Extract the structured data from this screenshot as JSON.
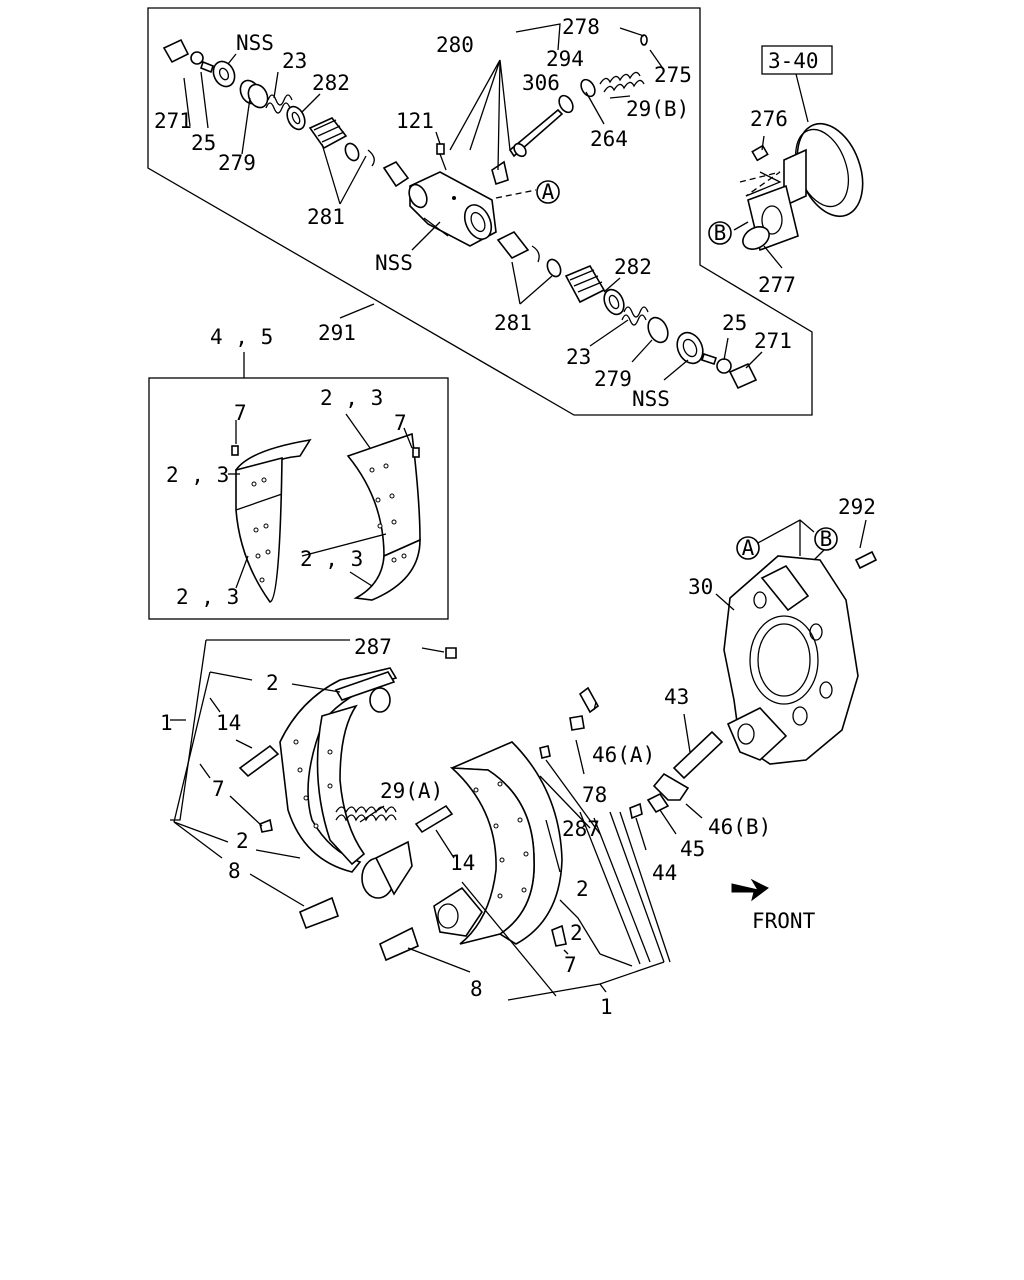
{
  "callouts": {
    "c271a": "271",
    "c25a": "25",
    "cnss_top": "NSS",
    "c23a": "23",
    "c282a": "282",
    "c279a": "279",
    "c281a": "281",
    "cnss_mid": "NSS",
    "c121": "121",
    "c280": "280",
    "c294": "294",
    "c306": "306",
    "c278": "278",
    "c275": "275",
    "c29b": "29(B)",
    "c264": "264",
    "c282b": "282",
    "c281b": "281",
    "c23b": "23",
    "c279b": "279",
    "cnss_bot": "NSS",
    "c25b": "25",
    "c271b": "271",
    "c291": "291",
    "c340": "3-40",
    "c276": "276",
    "c277": "277",
    "c45": "4 , 5",
    "c7a": "7",
    "c23box_a": "2 , 3",
    "c7b": "7",
    "c23box_b": "2 , 3",
    "c23box_c": "2 , 3",
    "c23box_d": "2 , 3",
    "c292": "292",
    "c30": "30",
    "c287a": "287",
    "c2a": "2",
    "c1a": "1",
    "c14a": "14",
    "c7c": "7",
    "c2b": "2",
    "c8a": "8",
    "c29a": "29(A)",
    "c43": "43",
    "c46a": "46(A)",
    "c78": "78",
    "c287b": "287",
    "c46b": "46(B)",
    "c45n": "45",
    "c44": "44",
    "c14b": "14",
    "c2c": "2",
    "c2d": "2",
    "c7d": "7",
    "c8b": "8",
    "c1b": "1"
  },
  "refs": {
    "ref_a1": "A",
    "ref_b1": "B",
    "ref_a2": "A",
    "ref_b2": "B"
  },
  "front_label": "FRONT"
}
